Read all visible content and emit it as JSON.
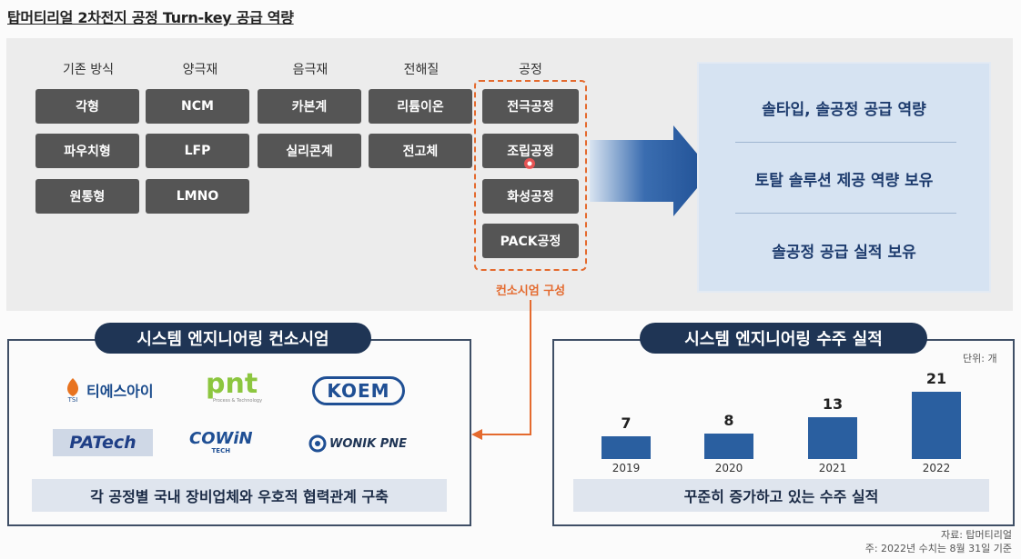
{
  "title": "탑머티리얼 2차전지 공정 Turn-key 공급 역량",
  "columns": [
    {
      "header": "기존 방식",
      "items": [
        "각형",
        "파우치형",
        "원통형"
      ]
    },
    {
      "header": "양극재",
      "items": [
        "NCM",
        "LFP",
        "LMNO"
      ]
    },
    {
      "header": "음극재",
      "items": [
        "카본계",
        "실리콘계"
      ]
    },
    {
      "header": "전해질",
      "items": [
        "리튬이온",
        "전고체"
      ]
    },
    {
      "header": "공정",
      "items": [
        "전극공정",
        "조립공정",
        "화성공정",
        "PACK공정"
      ]
    }
  ],
  "consortium_label": "컨소시엄 구성",
  "results": [
    "솔타입, 솔공정 공급 역량",
    "토탈 솔루션 제공 역량 보유",
    "솔공정 공급 실적 보유"
  ],
  "left_panel": {
    "title": "시스템 엔지니어링 컨소시엄",
    "logos": [
      "티에스아이",
      "pnt",
      "Process & Technology",
      "KOEM",
      "PATech",
      "COWiN",
      "TECH",
      "WONIK PNE"
    ],
    "logo_tsi_mark": "TSI",
    "footer": "각 공정별 국내 장비업체와 우호적 협력관계 구축"
  },
  "right_panel": {
    "title": "시스템 엔지니어링 수주 실적",
    "unit": "단위: 개",
    "footer": "꾸준히 증가하고 있는 수주 실적"
  },
  "chart_data": {
    "type": "bar",
    "categories": [
      "2019",
      "2020",
      "2021",
      "2022"
    ],
    "values": [
      7,
      8,
      13,
      21
    ],
    "title": "",
    "xlabel": "",
    "ylabel": "",
    "unit_label": "단위: 개"
  },
  "notes": [
    "자료: 탑머티리얼",
    "주: 2022년 수치는 8월 31일 기준"
  ],
  "colors": {
    "dark_button": "#555555",
    "accent_orange": "#e46a2e",
    "navy": "#1f3555",
    "bar_blue": "#2a5fa0",
    "result_bg": "#d6e3f2"
  }
}
